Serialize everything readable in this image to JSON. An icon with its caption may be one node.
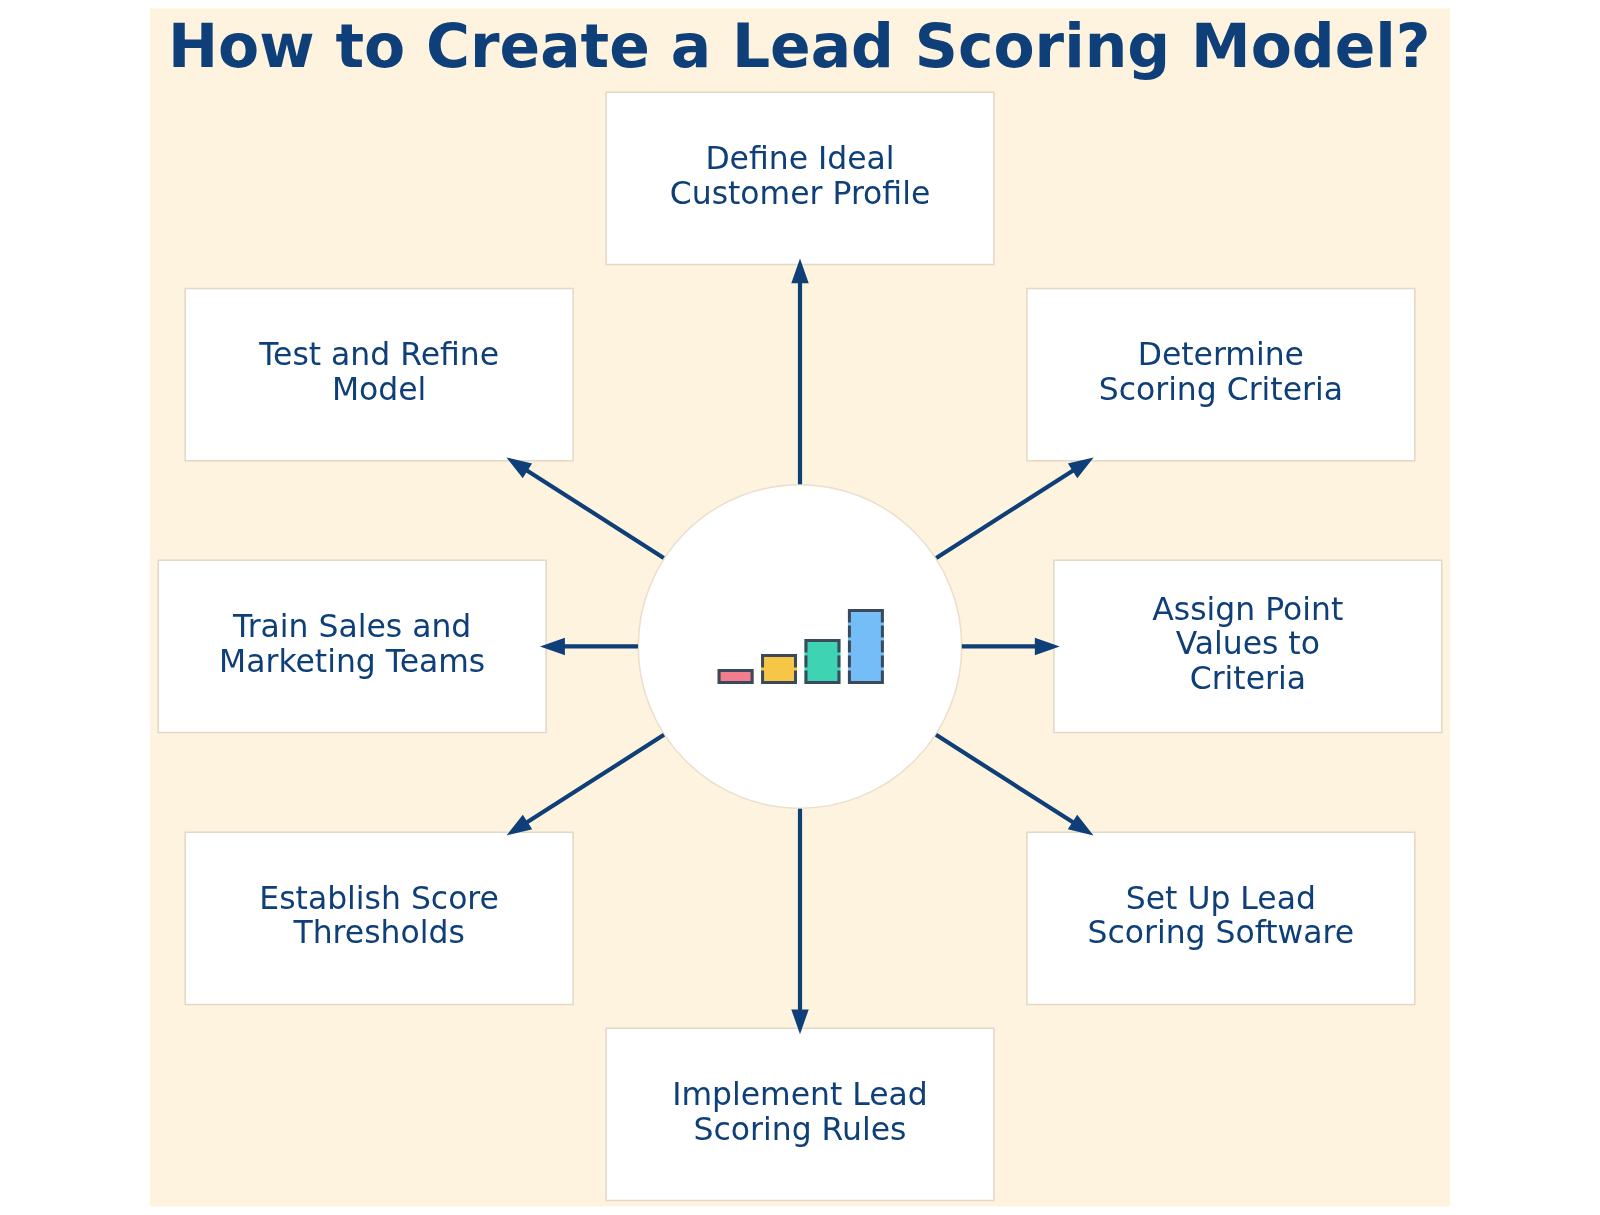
{
  "diagram": {
    "title": "How to Create a Lead Scoring Model?",
    "nodes": [
      {
        "text": [],
        "shape": "circle"
      },
      {
        "text": [
          "Define Ideal Customer Profile"
        ]
      },
      {
        "text": [
          "Determine Scoring Criteria"
        ]
      },
      {
        "text": [
          "Assign Point Values to Criteria"
        ]
      },
      {
        "text": [
          "Set Up Lead Scoring Software"
        ]
      },
      {
        "text": [
          "Implement Lead Scoring Rules"
        ]
      },
      {
        "text": [
          "Establish Score Thresholds"
        ]
      },
      {
        "text": [
          "Train Sales and Marketing Teams"
        ]
      },
      {
        "text": [
          "Test and Refine Model"
        ]
      }
    ],
    "edges": [
      {
        "from": 0,
        "to": 1,
        "arrow": "to"
      },
      {
        "from": 0,
        "to": 2,
        "arrow": "to"
      },
      {
        "from": 0,
        "to": 3,
        "arrow": "to"
      },
      {
        "from": 0,
        "to": 4,
        "arrow": "to"
      },
      {
        "from": 0,
        "to": 5,
        "arrow": "to"
      },
      {
        "from": 0,
        "to": 6,
        "arrow": "to"
      },
      {
        "from": 0,
        "to": 7,
        "arrow": "to"
      },
      {
        "from": 0,
        "to": 8,
        "arrow": "to"
      }
    ]
  }
}
